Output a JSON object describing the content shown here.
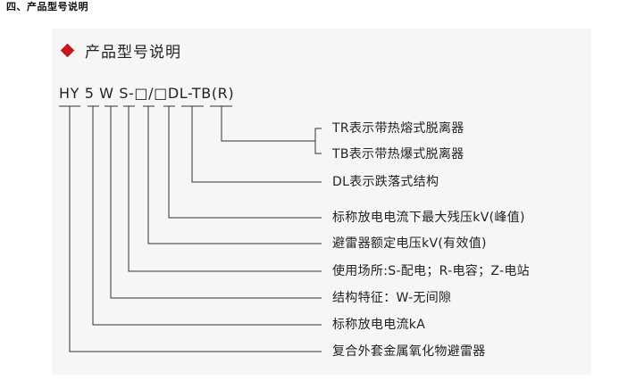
{
  "header": {
    "section_title": "四、产品型号说明"
  },
  "panel": {
    "title": "产品型号说明",
    "model_code": "HY 5 W S-□/□DL-TB(R)",
    "descriptions": [
      "TR表示带热熔式脱离器",
      "TB表示带热爆式脱离器",
      "DL表示跌落式结构",
      "标称放电电流下最大残压kV(峰值)",
      "避雷器额定电压kV(有效值)",
      "使用场所:S-配电；R-电容；Z-电站",
      "结构特征：W-无间隙",
      "标称放电电流kA",
      "复合外套金属氧化物避雷器"
    ]
  },
  "colors": {
    "accent": "#c8161d",
    "line": "#333333",
    "panel_bg": "#f6f6f6"
  }
}
